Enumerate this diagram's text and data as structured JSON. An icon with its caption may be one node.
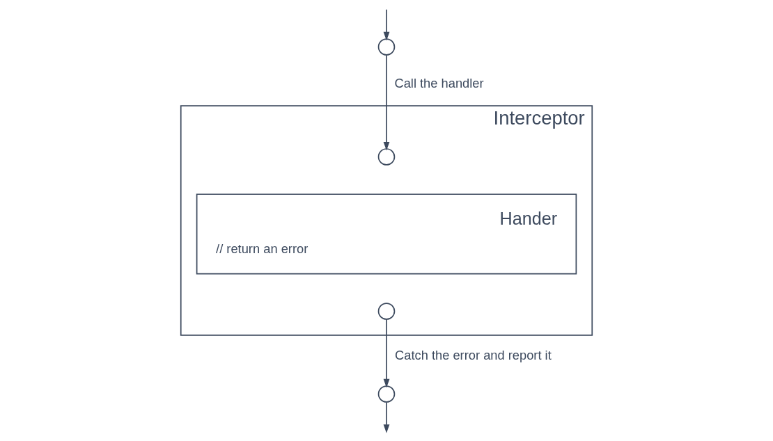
{
  "diagram": {
    "nodes": [
      {
        "text": [
          "Interceptor"
        ]
      },
      {
        "text": [
          "Hander",
          "// return an error"
        ],
        "in": 0
      },
      {
        "text": [],
        "shape": "circle"
      },
      {
        "text": [],
        "shape": "circle",
        "in": 0
      },
      {
        "text": [],
        "shape": "circle",
        "in": 0
      },
      {
        "text": [],
        "shape": "circle"
      }
    ],
    "edges": [
      {
        "from": null,
        "to": 2,
        "arrow": "to"
      },
      {
        "from": 2,
        "to": 3,
        "arrow": "to",
        "label": "Call the handler"
      },
      {
        "from": 4,
        "to": 5,
        "arrow": "to",
        "label": "Catch the error and report it"
      },
      {
        "from": 5,
        "to": null,
        "arrow": "to"
      }
    ]
  }
}
